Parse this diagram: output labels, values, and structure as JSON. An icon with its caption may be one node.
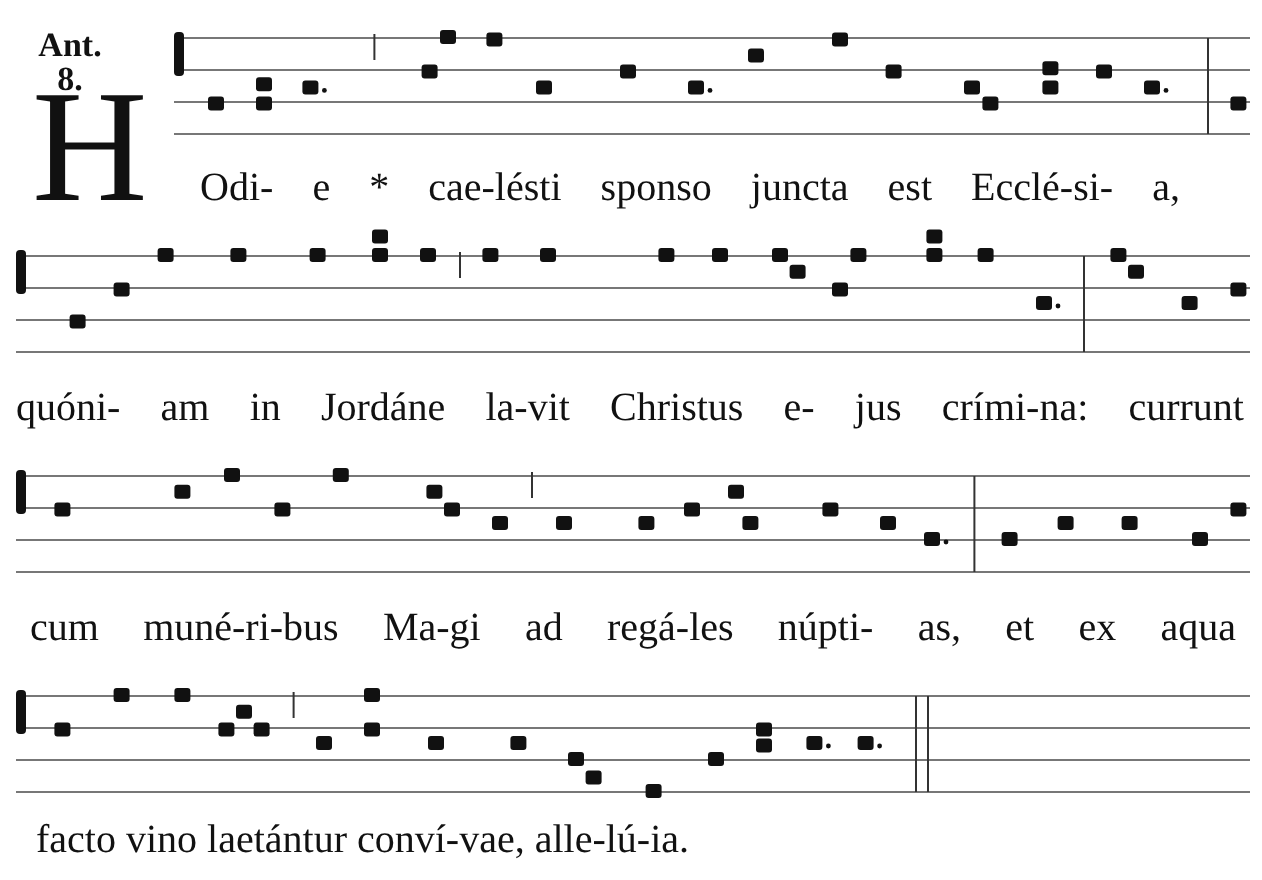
{
  "diagram": {
    "labels": [
      "Ant. 8.",
      "H",
      "Odi- e * cae-lésti sponso juncta est Ecclé-si- a,",
      "quóni- am in Jordáne la-vit Christus e- jus crími-na: currunt",
      "cum muné-ri-bus Ma-gi ad regá-les núpti- as, et ex aqua",
      "facto vino laetántur conví-vae, alle-lú-ia."
    ]
  }
}
